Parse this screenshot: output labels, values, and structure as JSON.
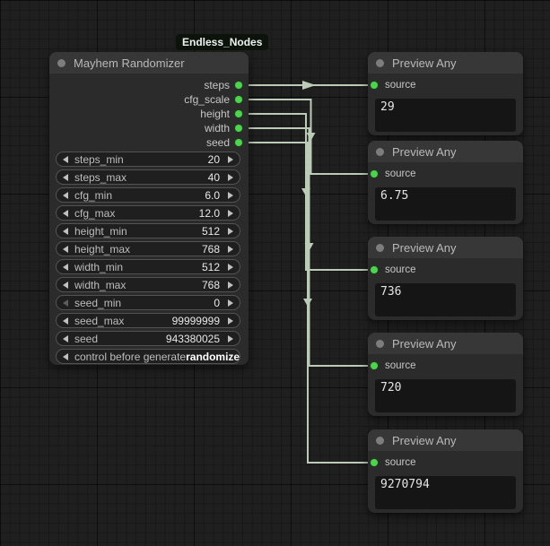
{
  "badge_label": "Endless_Nodes",
  "randomizer": {
    "title": "Mayhem Randomizer",
    "outputs": [
      {
        "label": "steps"
      },
      {
        "label": "cfg_scale"
      },
      {
        "label": "height"
      },
      {
        "label": "width"
      },
      {
        "label": "seed"
      }
    ],
    "widgets": [
      {
        "label": "steps_min",
        "value": "20"
      },
      {
        "label": "steps_max",
        "value": "40"
      },
      {
        "label": "cfg_min",
        "value": "6.0"
      },
      {
        "label": "cfg_max",
        "value": "12.0"
      },
      {
        "label": "height_min",
        "value": "512"
      },
      {
        "label": "height_max",
        "value": "768"
      },
      {
        "label": "width_min",
        "value": "512"
      },
      {
        "label": "width_max",
        "value": "768"
      },
      {
        "label": "seed_min",
        "value": "0"
      },
      {
        "label": "seed_max",
        "value": "99999999"
      },
      {
        "label": "seed",
        "value": "943380025"
      },
      {
        "label": "control before generate",
        "value": "randomize"
      }
    ]
  },
  "previews": [
    {
      "title": "Preview Any",
      "input_label": "source",
      "value": "29"
    },
    {
      "title": "Preview Any",
      "input_label": "source",
      "value": "6.75"
    },
    {
      "title": "Preview Any",
      "input_label": "source",
      "value": "736"
    },
    {
      "title": "Preview Any",
      "input_label": "source",
      "value": "720"
    },
    {
      "title": "Preview Any",
      "input_label": "source",
      "value": "9270794"
    }
  ],
  "colors": {
    "canvas_bg": "#1f1f1f",
    "node_bg": "#2b2b2b",
    "node_header_bg": "#373737",
    "wire": "#bccbb8",
    "port_green": "#4fd24f",
    "badge_bg": "#0b130b"
  }
}
